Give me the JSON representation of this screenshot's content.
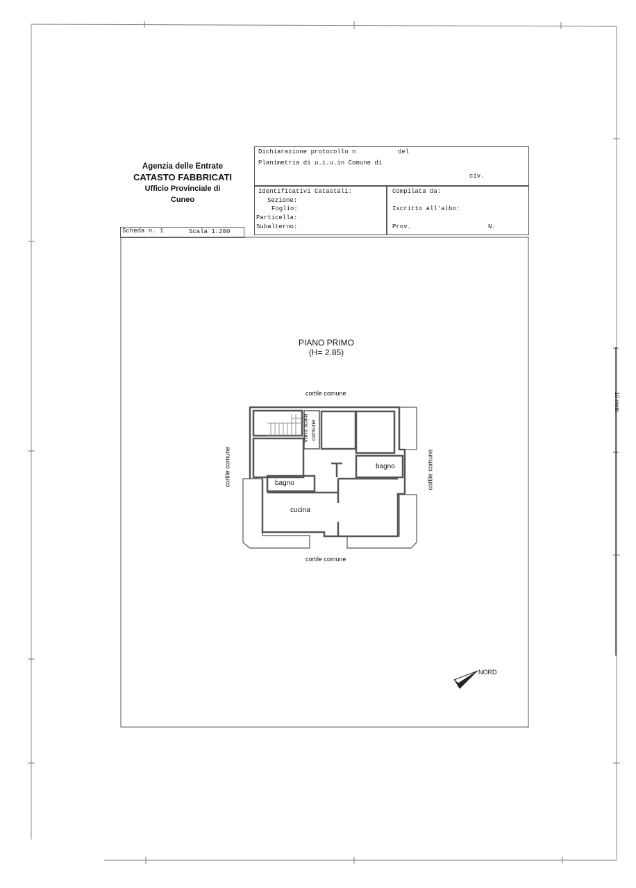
{
  "header": {
    "agency": "Agenzia delle Entrate",
    "department": "CATASTO FABBRICATI",
    "office": "Ufficio Provinciale di",
    "city": "Cuneo"
  },
  "form": {
    "dichiarazione": "Dichiarazione protocollo n",
    "del": "del",
    "planimetria": "Planimetria di u.i.u.in Comune di",
    "civ": "civ.",
    "identificativi": "Identificativi Catastali:",
    "sezione": "Sezione:",
    "foglio": "Foglio:",
    "particella": "Particella:",
    "subalterno": "Subalterno:",
    "compilata": "Compilata da:",
    "iscritto": "Iscritto all'albo:",
    "prov": "Prov.",
    "n": "N."
  },
  "sheet": {
    "scheda": "Scheda n. 1",
    "scala": "Scala 1:200"
  },
  "plan": {
    "title": "PIANO PRIMO",
    "height": "(H= 2.85)",
    "labels": {
      "top": "cortile comune",
      "bottom": "cortile comune",
      "left": "cortile comune",
      "right": "cortile comune",
      "vano_scala": "vano scala",
      "comune": "comune",
      "bagno_left": "bagno",
      "bagno_right": "bagno",
      "cucina": "cucina"
    },
    "north": "NORD"
  },
  "scale_bar": "10 metri"
}
